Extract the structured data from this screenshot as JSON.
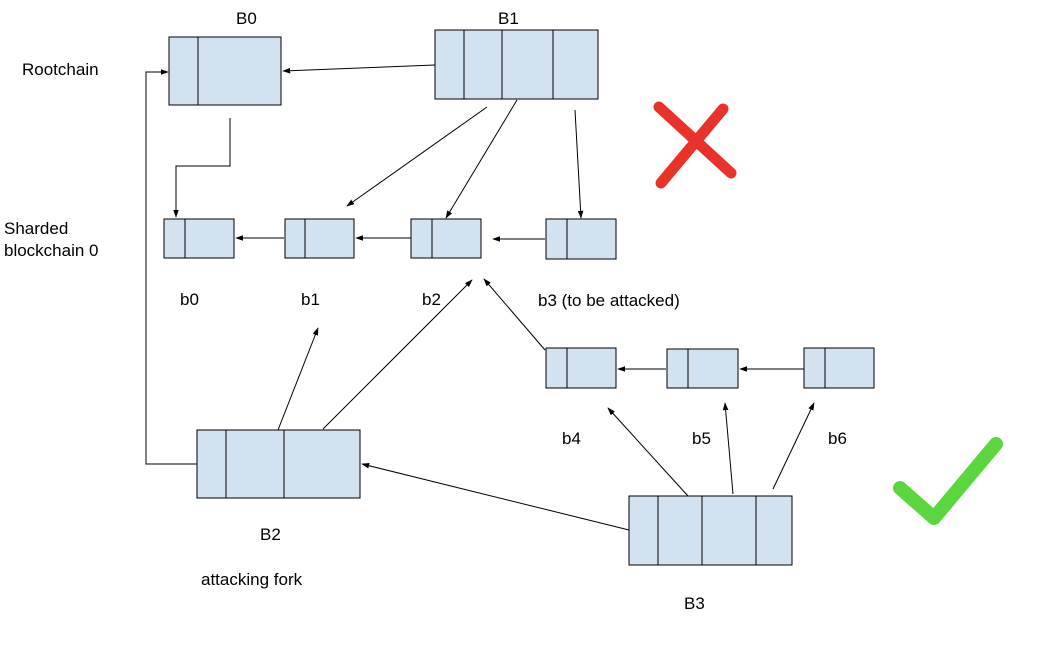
{
  "labels": {
    "rootchain": "Rootchain",
    "sharded_line1": "Sharded",
    "sharded_line2": "blockchain 0",
    "B0": "B0",
    "B1": "B1",
    "B2": "B2",
    "B3": "B3",
    "b0": "b0",
    "b1": "b1",
    "b2": "b2",
    "b3": "b3 (to be attacked)",
    "b4": "b4",
    "b5": "b5",
    "b6": "b6",
    "attacking_fork": "attacking fork"
  },
  "marks": {
    "cross_color": "#e8322a",
    "check_color": "#5cd63f",
    "cross_icon": "red-cross-icon",
    "check_icon": "green-check-icon"
  }
}
